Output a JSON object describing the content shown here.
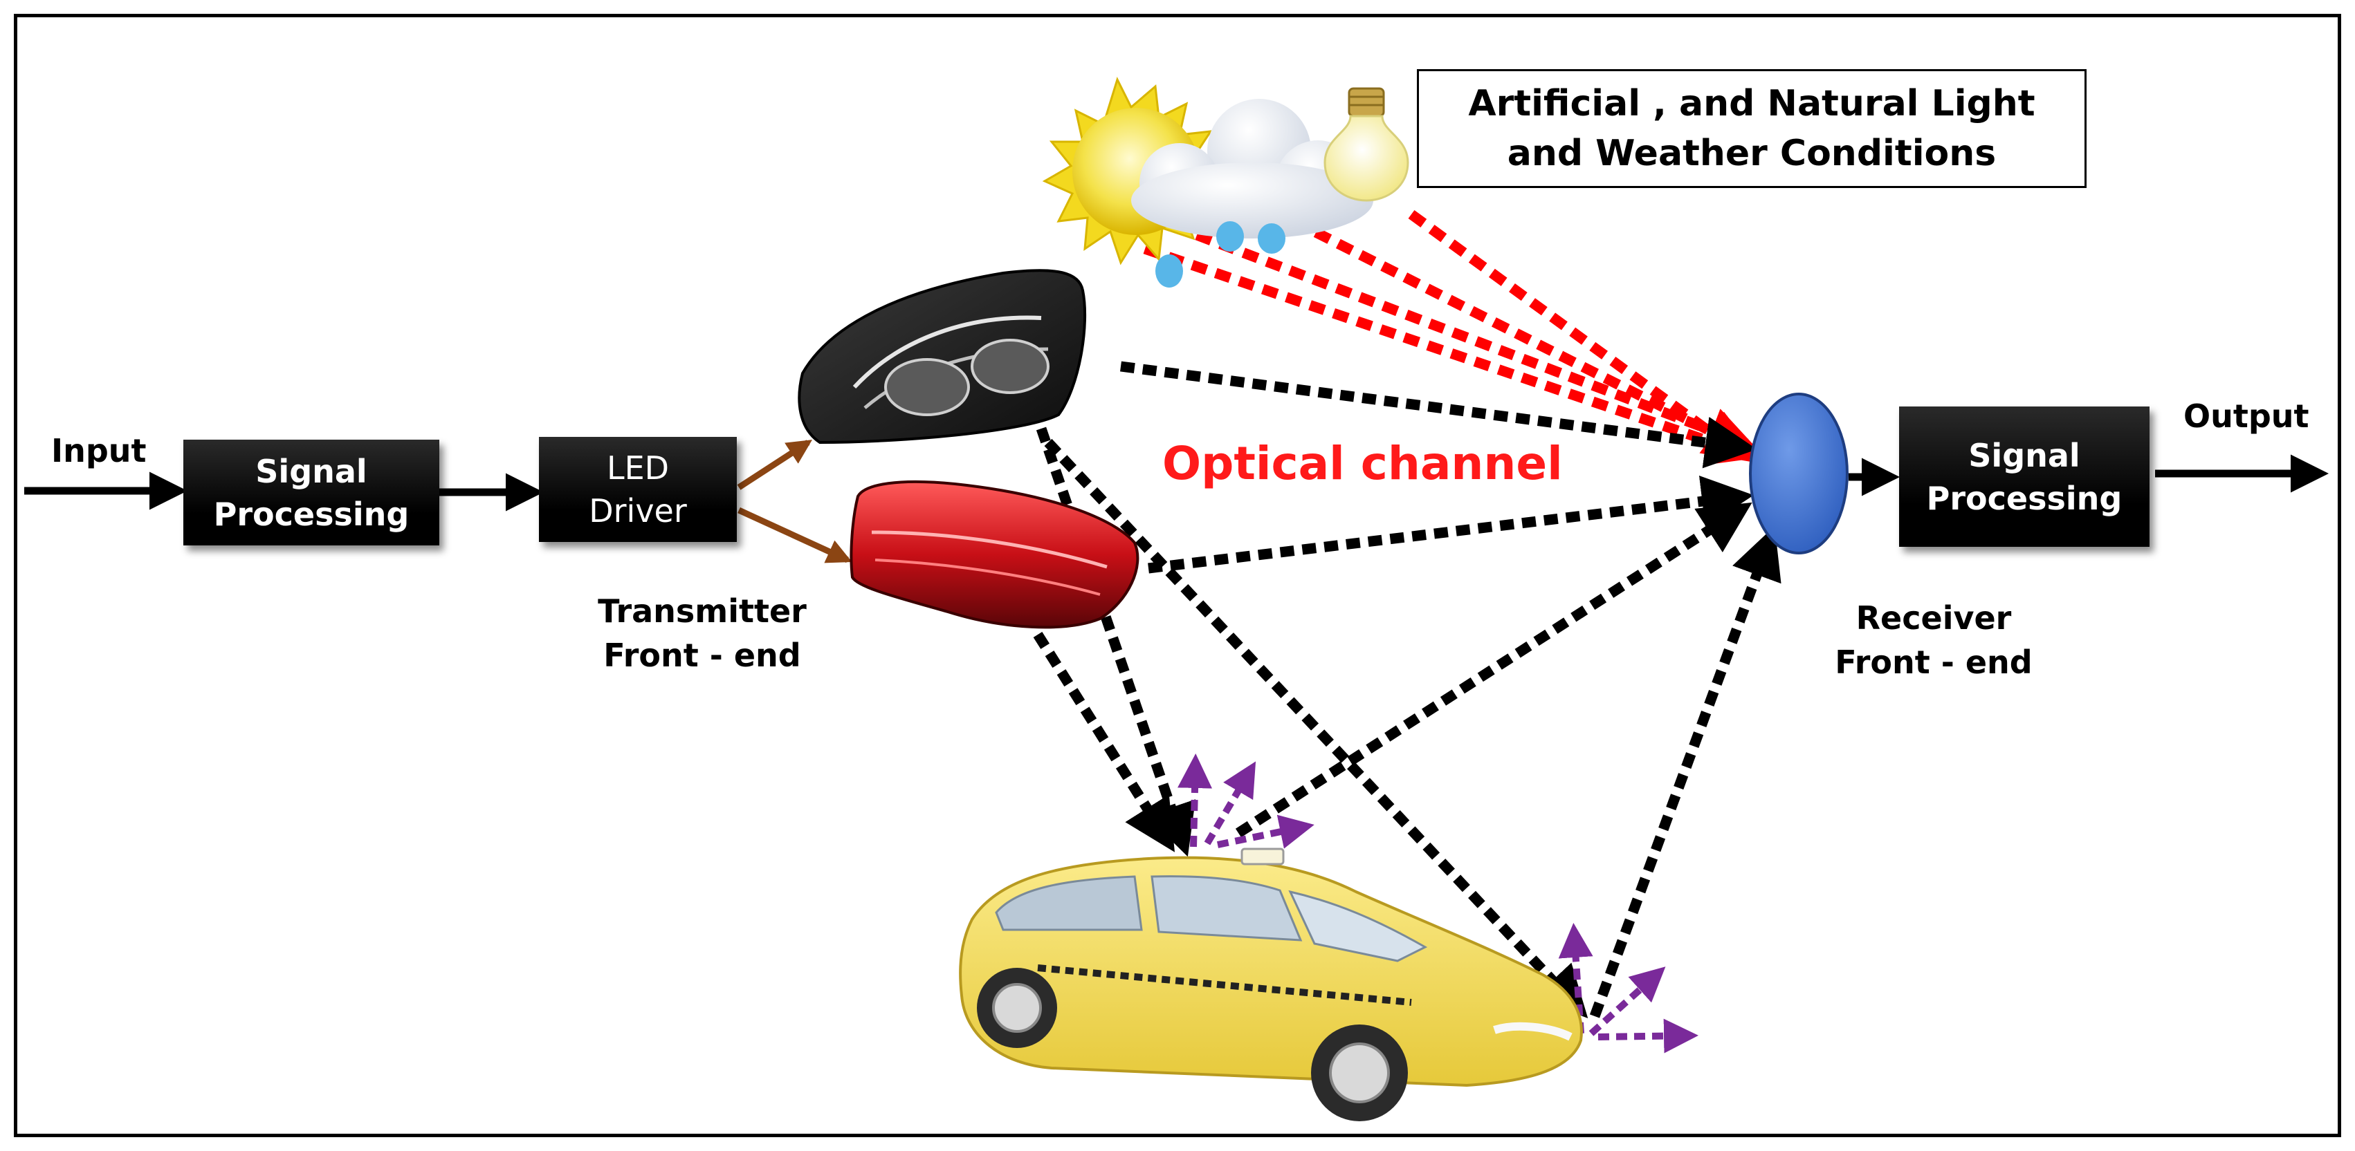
{
  "labels": {
    "input": "Input",
    "output": "Output",
    "tx_front_end": [
      "Transmitter",
      "Front - end"
    ],
    "rx_front_end": [
      "Receiver",
      "Front - end"
    ],
    "optical_channel": "Optical channel",
    "conditions": [
      "Artificial , and Natural Light",
      "and Weather Conditions"
    ]
  },
  "blocks": {
    "tx_signal_processing": [
      "Signal",
      "Processing"
    ],
    "led_driver": [
      "LED",
      "Driver"
    ],
    "rx_signal_processing": [
      "Signal",
      "Processing"
    ]
  },
  "icons": {
    "sun": "sun-icon",
    "cloud": "rain-cloud-icon",
    "bulb": "light-bulb-icon",
    "headlight": "headlight-icon",
    "taillight": "taillight-icon",
    "photodetector": "photodetector-icon",
    "car": "taxi-car-icon"
  },
  "colors": {
    "ambient_noise_rays": "#ff0000",
    "signal_rays": "#000000",
    "reflection_rays": "#7a2a9a",
    "driver_links": "#8b4513",
    "receiver": "#4a7bd9",
    "taxi_body": "#f5dd5a"
  }
}
